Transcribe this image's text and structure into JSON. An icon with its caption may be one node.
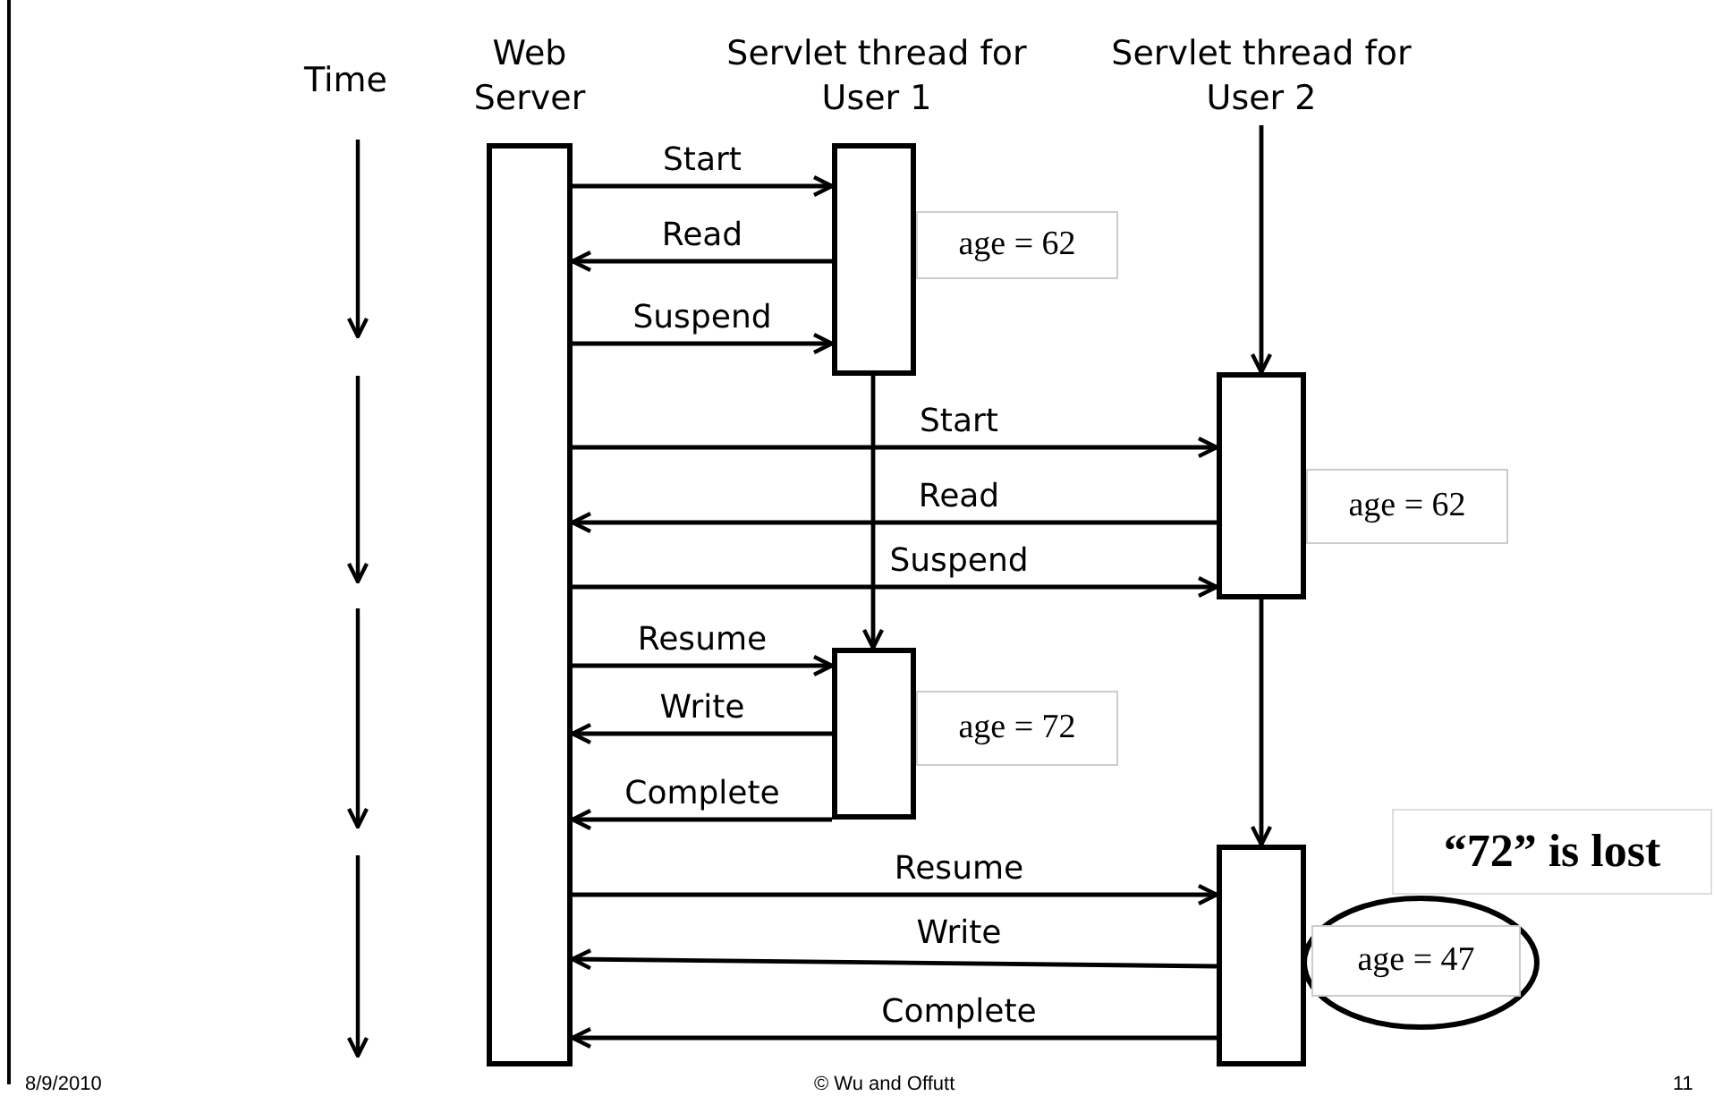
{
  "diagram": {
    "nodes": [
      {
        "text": [
          "Web Server"
        ]
      },
      {
        "text": [
          "Servlet thread for User 1"
        ]
      },
      {
        "text": [
          "Servlet thread for User 2"
        ]
      },
      {
        "text": [
          "age = 62"
        ]
      },
      {
        "text": [],
        "shape": "bar"
      },
      {
        "text": [
          "age = 62"
        ]
      },
      {
        "text": [],
        "shape": "bar"
      },
      {
        "text": [
          "age = 72"
        ]
      },
      {
        "text": [
          "“72” is lost"
        ]
      },
      {
        "text": [],
        "shape": "bar"
      },
      {
        "text": [],
        "shape": "ellipse"
      },
      {
        "text": [
          "age = 47"
        ],
        "in": 10
      }
    ],
    "edges": [
      {
        "from": 0,
        "to": 1,
        "arrow": "to",
        "label": "Start"
      },
      {
        "from": 1,
        "to": 0,
        "arrow": "to",
        "label": "Read"
      },
      {
        "from": 0,
        "to": 1,
        "arrow": "to",
        "label": "Suspend"
      },
      {
        "from": 1,
        "to": 6,
        "arrow": "to"
      },
      {
        "from": 2,
        "to": 4,
        "arrow": "to"
      },
      {
        "from": 0,
        "to": 4,
        "arrow": "to",
        "label": "Start"
      },
      {
        "from": 4,
        "to": 0,
        "arrow": "to",
        "label": "Read"
      },
      {
        "from": 0,
        "to": 4,
        "arrow": "to",
        "label": "Suspend"
      },
      {
        "from": 4,
        "to": 9,
        "arrow": "to"
      },
      {
        "from": 0,
        "to": 6,
        "arrow": "to",
        "label": "Resume"
      },
      {
        "from": 6,
        "to": 0,
        "arrow": "to",
        "label": "Write"
      },
      {
        "from": 6,
        "to": 0,
        "arrow": "to",
        "label": "Complete"
      },
      {
        "from": 0,
        "to": 9,
        "arrow": "to",
        "label": "Resume"
      },
      {
        "from": 9,
        "to": 0,
        "arrow": "to",
        "label": "Write"
      },
      {
        "from": 9,
        "to": 0,
        "arrow": "to",
        "label": "Complete"
      }
    ],
    "labels": [
      "Time",
      "8/9/2010",
      "© Wu and Offutt",
      "11"
    ]
  }
}
